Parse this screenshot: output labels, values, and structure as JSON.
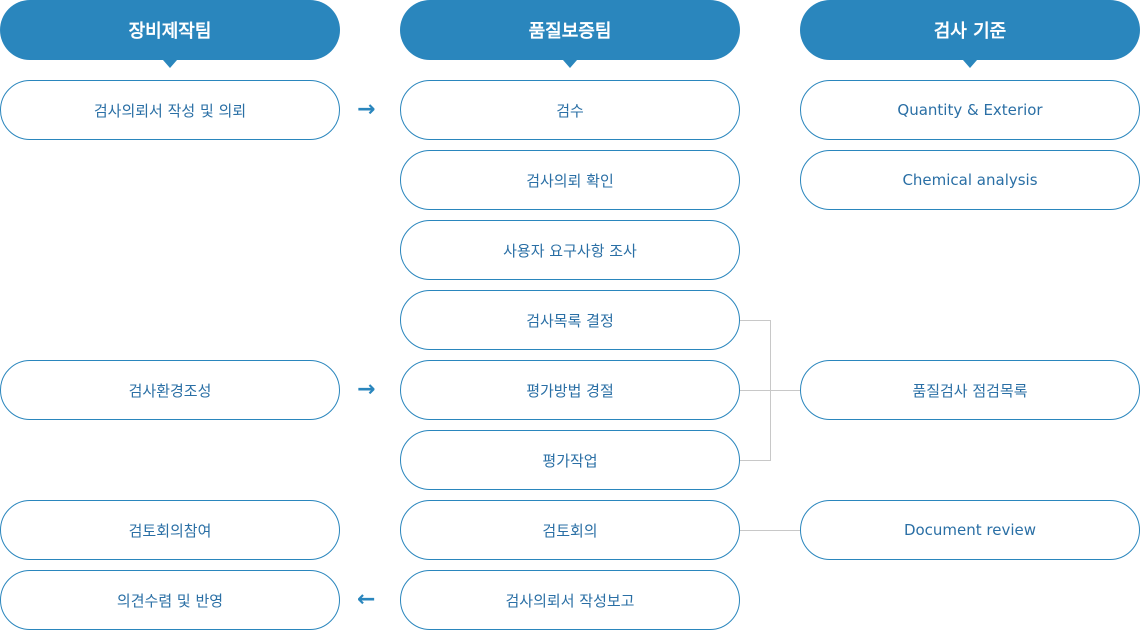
{
  "headers": {
    "col1": "장비제작팀",
    "col2": "품질보증팀",
    "col3": "검사 기준"
  },
  "col1_items": {
    "request": "검사의뢰서 작성 및 의뢰",
    "environment": "검사환경조성",
    "review_meeting": "검토회의참여",
    "feedback": "의견수렴 및 반영"
  },
  "col2_items": {
    "receipt": "검수",
    "confirm": "검사의뢰 확인",
    "survey": "사용자 요구사항 조사",
    "list_decision": "검사목록 결정",
    "method_decision": "평가방법 경절",
    "evaluation": "평가작업",
    "review": "검토회의",
    "report": "검사의뢰서 작성보고"
  },
  "col3_items": {
    "quantity": "Quantity & Exterior",
    "chemical": "Chemical analysis",
    "checklist": "품질검사 점검목록",
    "document": "Document review"
  },
  "icons": {
    "arrow_right": "→",
    "arrow_left": "←"
  },
  "colors": {
    "accent": "#2a86bd",
    "text": "#2a6fa5",
    "connector": "#c8c8c8"
  }
}
